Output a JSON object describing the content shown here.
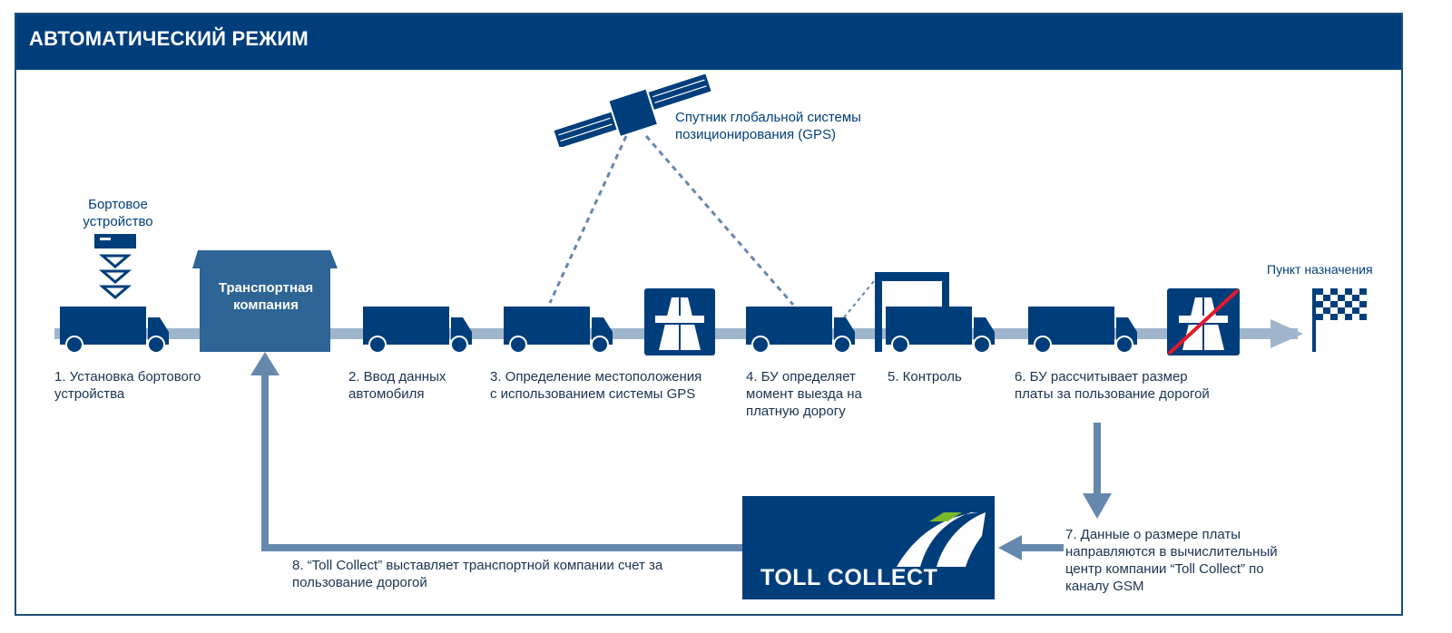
{
  "header": {
    "title": "АВТОМАТИЧЕСКИЙ РЕЖИМ"
  },
  "colors": {
    "primary": "#003e7b",
    "company_box": "#2e6496",
    "road": "#9fb5cc",
    "arrow": "#6688ad",
    "no_entry": "#e3192a",
    "logo_green": "#7ab929"
  },
  "device": {
    "label_line1": "Бортовое",
    "label_line2": "устройство"
  },
  "satellite": {
    "label_line1": "Спутник глобальной системы",
    "label_line2": "позиционирования (GPS)"
  },
  "company": {
    "line1": "Транспортная",
    "line2": "компания"
  },
  "destination": {
    "label": "Пункт назначения"
  },
  "toll_collect": {
    "logo_text": "TOLL COLLECT"
  },
  "steps": [
    {
      "line1": "1. Установка бортового",
      "line2": "устройства"
    },
    {
      "line1": "2. Ввод данных",
      "line2": "автомобиля"
    },
    {
      "line1": "3. Определение местоположения",
      "line2": "с использованием системы GPS"
    },
    {
      "line1": "4. БУ определяет",
      "line2": "момент выезда на",
      "line3": "платную дорогу"
    },
    {
      "line1": "5. Контроль"
    },
    {
      "line1": "6. БУ рассчитывает размер",
      "line2": "платы за пользование дорогой"
    },
    {
      "line1": "7. Данные о размере платы",
      "line2": "направляются в вычислительный",
      "line3": "центр компании “Toll Collect” по",
      "line4": "каналу GSM"
    },
    {
      "line1": "8. “Toll Collect” выставляет транспортной компании счет за",
      "line2": "пользование дорогой"
    }
  ]
}
